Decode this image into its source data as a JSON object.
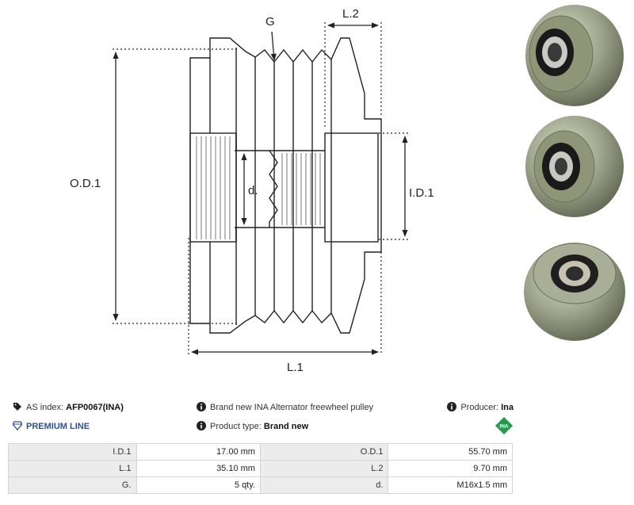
{
  "drawing": {
    "labels": {
      "g": "G",
      "l2": "L.2",
      "od1": "O.D.1",
      "id1": "I.D.1",
      "d": "d.",
      "l1": "L.1"
    }
  },
  "info": {
    "as_index_label": "AS index:",
    "as_index_value": "AFP0067(INA)",
    "description": "Brand new INA Alternator freewheel pulley",
    "producer_label": "Producer:",
    "producer_value": "Ina",
    "premium_line": "PREMIUM LINE",
    "product_type_label": "Product type:",
    "product_type_value": "Brand new",
    "brand_logo_text": "INA"
  },
  "specs": {
    "rows": [
      [
        {
          "label": "I.D.1",
          "value": "17.00 mm"
        },
        {
          "label": "O.D.1",
          "value": "55.70 mm"
        }
      ],
      [
        {
          "label": "L.1",
          "value": "35.10 mm"
        },
        {
          "label": "L.2",
          "value": "9.70 mm"
        }
      ],
      [
        {
          "label": "G.",
          "value": "5 qty."
        },
        {
          "label": "d.",
          "value": "M16x1.5 mm"
        }
      ]
    ]
  },
  "colors": {
    "premium": "#2c4f9e",
    "logo_green": "#1e9e4a",
    "metal": "#9da38a"
  }
}
